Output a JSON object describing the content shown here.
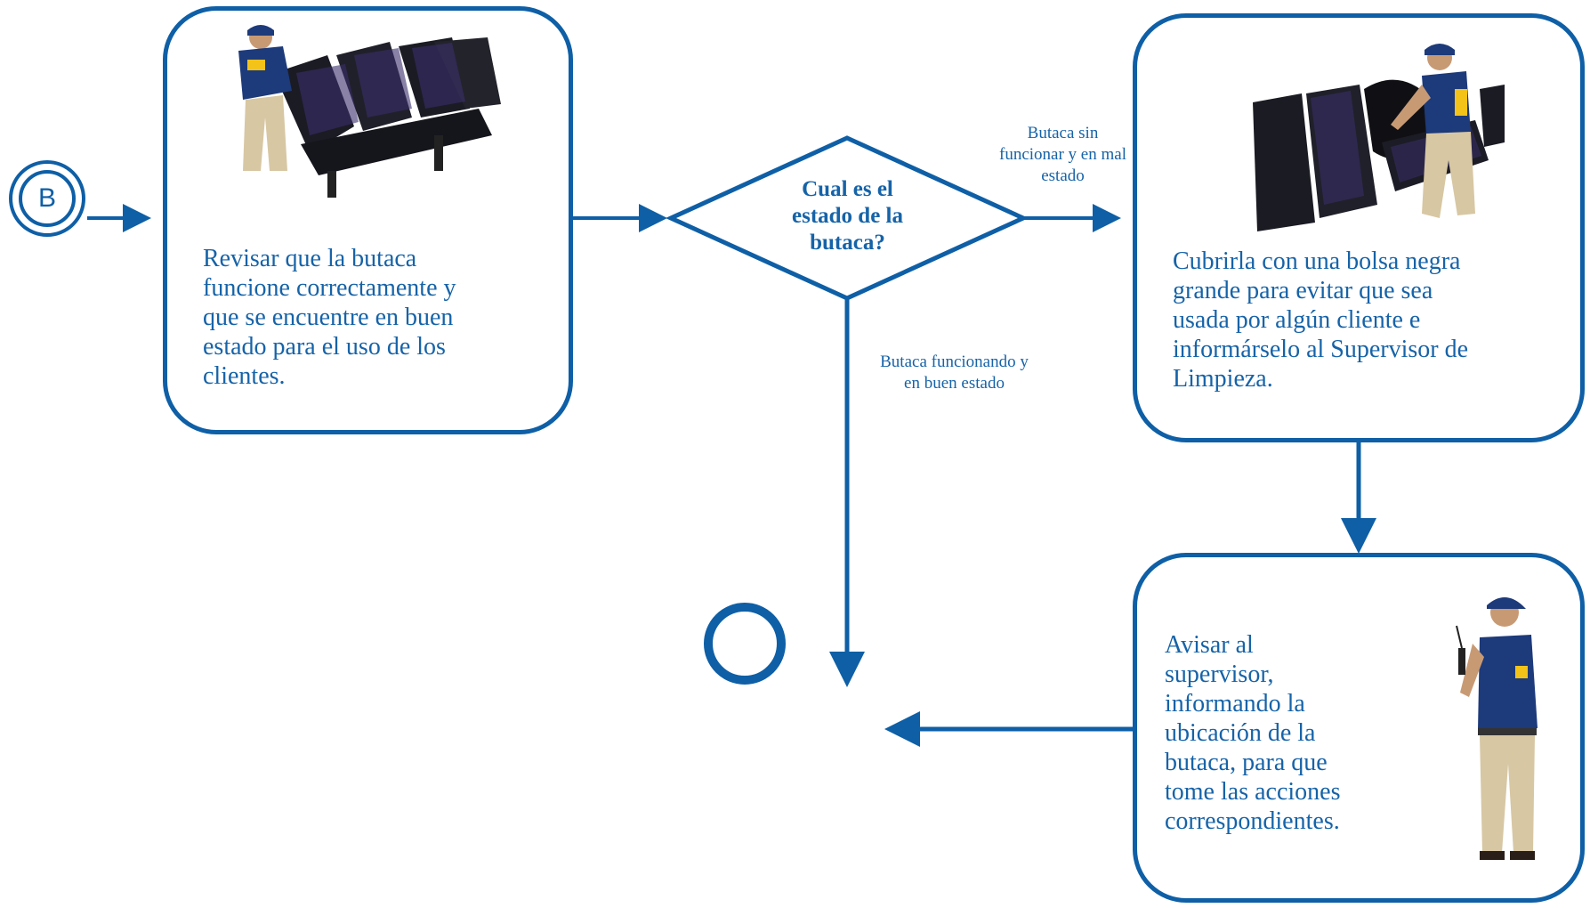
{
  "start": {
    "label": "B"
  },
  "task1": {
    "text_lines": [
      "Revisar que la butaca",
      "funcione correctamente y",
      "que se encuentre en buen",
      "estado para el uso de los",
      "clientes."
    ],
    "image": "worker-checking-seats-photo"
  },
  "decision": {
    "text": "Cual es el estado de la butaca?"
  },
  "branch_yes": {
    "text": "Butaca sin funcionar y en mal estado"
  },
  "branch_no": {
    "text": "Butaca funcionando y en buen estado"
  },
  "task2": {
    "text_lines": [
      "Cubrirla con una bolsa negra",
      "grande para evitar que sea",
      "usada por algún cliente e",
      "informárselo al Supervisor de",
      "Limpieza."
    ],
    "image": "worker-covering-seat-photo"
  },
  "task3": {
    "text_lines": [
      "Avisar al",
      "supervisor,",
      "informando la",
      "ubicación de la",
      "butaca, para que",
      "tome las acciones",
      "correspondientes."
    ],
    "image": "worker-with-radio-photo"
  },
  "colors": {
    "primary": "#0e5fa6",
    "text": "#1663a8"
  }
}
